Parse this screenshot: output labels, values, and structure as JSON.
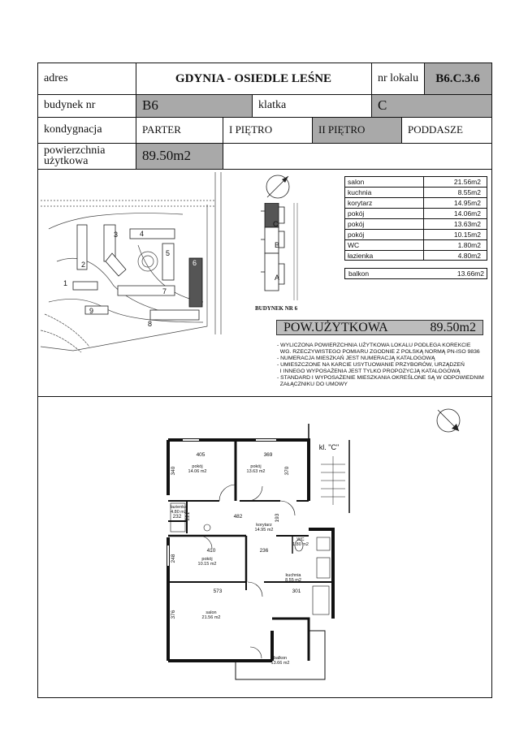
{
  "header": {
    "adres_label": "adres",
    "adres_value": "GDYNIA - OSIEDLE LEŚNE",
    "nr_lokalu_label": "nr lokalu",
    "nr_lokalu_value": "B6.C.3.6",
    "budynek_label": "budynek nr",
    "budynek_value": "B6",
    "klatka_label": "klatka",
    "klatka_value": "C",
    "kondygnacja_label": "kondygnacja",
    "floors": [
      "PARTER",
      "I PIĘTRO",
      "II PIĘTRO",
      "PODDASZE"
    ],
    "selected_floor": "II PIĘTRO",
    "powierzchnia_label_1": "powierzchnia",
    "powierzchnia_label_2": "użytkowa",
    "powierzchnia_value": "89.50m2"
  },
  "site_plan": {
    "building_numbers": [
      "1",
      "2",
      "3",
      "4",
      "5",
      "6",
      "7",
      "8",
      "9"
    ]
  },
  "building_diagram": {
    "caption": "BUDYNEK NR 6",
    "stairwells": [
      "C",
      "B",
      "A"
    ]
  },
  "rooms": [
    {
      "name": "salon",
      "area": "21.56m2"
    },
    {
      "name": "kuchnia",
      "area": "8.55m2"
    },
    {
      "name": "korytarz",
      "area": "14.95m2"
    },
    {
      "name": "pokój",
      "area": "14.06m2"
    },
    {
      "name": "pokój",
      "area": "13.63m2"
    },
    {
      "name": "pokój",
      "area": "10.15m2"
    },
    {
      "name": "WC",
      "area": "1.80m2"
    },
    {
      "name": "łazienka",
      "area": "4.80m2"
    }
  ],
  "balcony": {
    "name": "balkon",
    "area": "13.66m2"
  },
  "pow_uzytkowa": {
    "label": "POW.UŻYTKOWA",
    "value": "89.50m2"
  },
  "notes": [
    "- WYLICZONA POWIERZCHNIA UŻYTKOWA LOKALU PODLEGA KOREKCIE",
    "  WG. RZECZYWISTEGO POMIARU ZGODNIE Z POLSKĄ NORMĄ PN-ISO 9836",
    "- NUMERACJA MIESZKAŃ JEST NUMERACJĄ KATALOGOWĄ",
    "- UMIESZCZONE NA KARCIE USYTUOWANIE PRZYBORÓW, URZĄDZEŃ",
    "  I INNEGO WYPOSAŻENIA JEST TYLKO PROPOZYCJĄ KATALOGOWĄ",
    "- STANDARD I WYPOSAŻENIE MIESZKANIA OKREŚLONE SĄ W ODPOWIEDNIM",
    "  ZAŁĄCZNIKU DO UMOWY"
  ],
  "floor_plan": {
    "stair_label": "kl. \"C\"",
    "dimensions": [
      "405",
      "369",
      "340",
      "370",
      "232",
      "221",
      "482",
      "193",
      "410",
      "236",
      "248",
      "573",
      "301",
      "376"
    ],
    "room_labels": [
      {
        "name": "pokój",
        "area": "14.06 m2"
      },
      {
        "name": "pokój",
        "area": "13.63 m2"
      },
      {
        "name": "łazienka",
        "area": "4.80 m2"
      },
      {
        "name": "korytarz",
        "area": "14.95 m2"
      },
      {
        "name": "WC",
        "area": "1.80 m2"
      },
      {
        "name": "pokój",
        "area": "10.15 m2"
      },
      {
        "name": "kuchnia",
        "area": "8.55 m2"
      },
      {
        "name": "salon",
        "area": "21.56 m2"
      },
      {
        "name": "balkon",
        "area": "13.66 m2"
      }
    ]
  }
}
